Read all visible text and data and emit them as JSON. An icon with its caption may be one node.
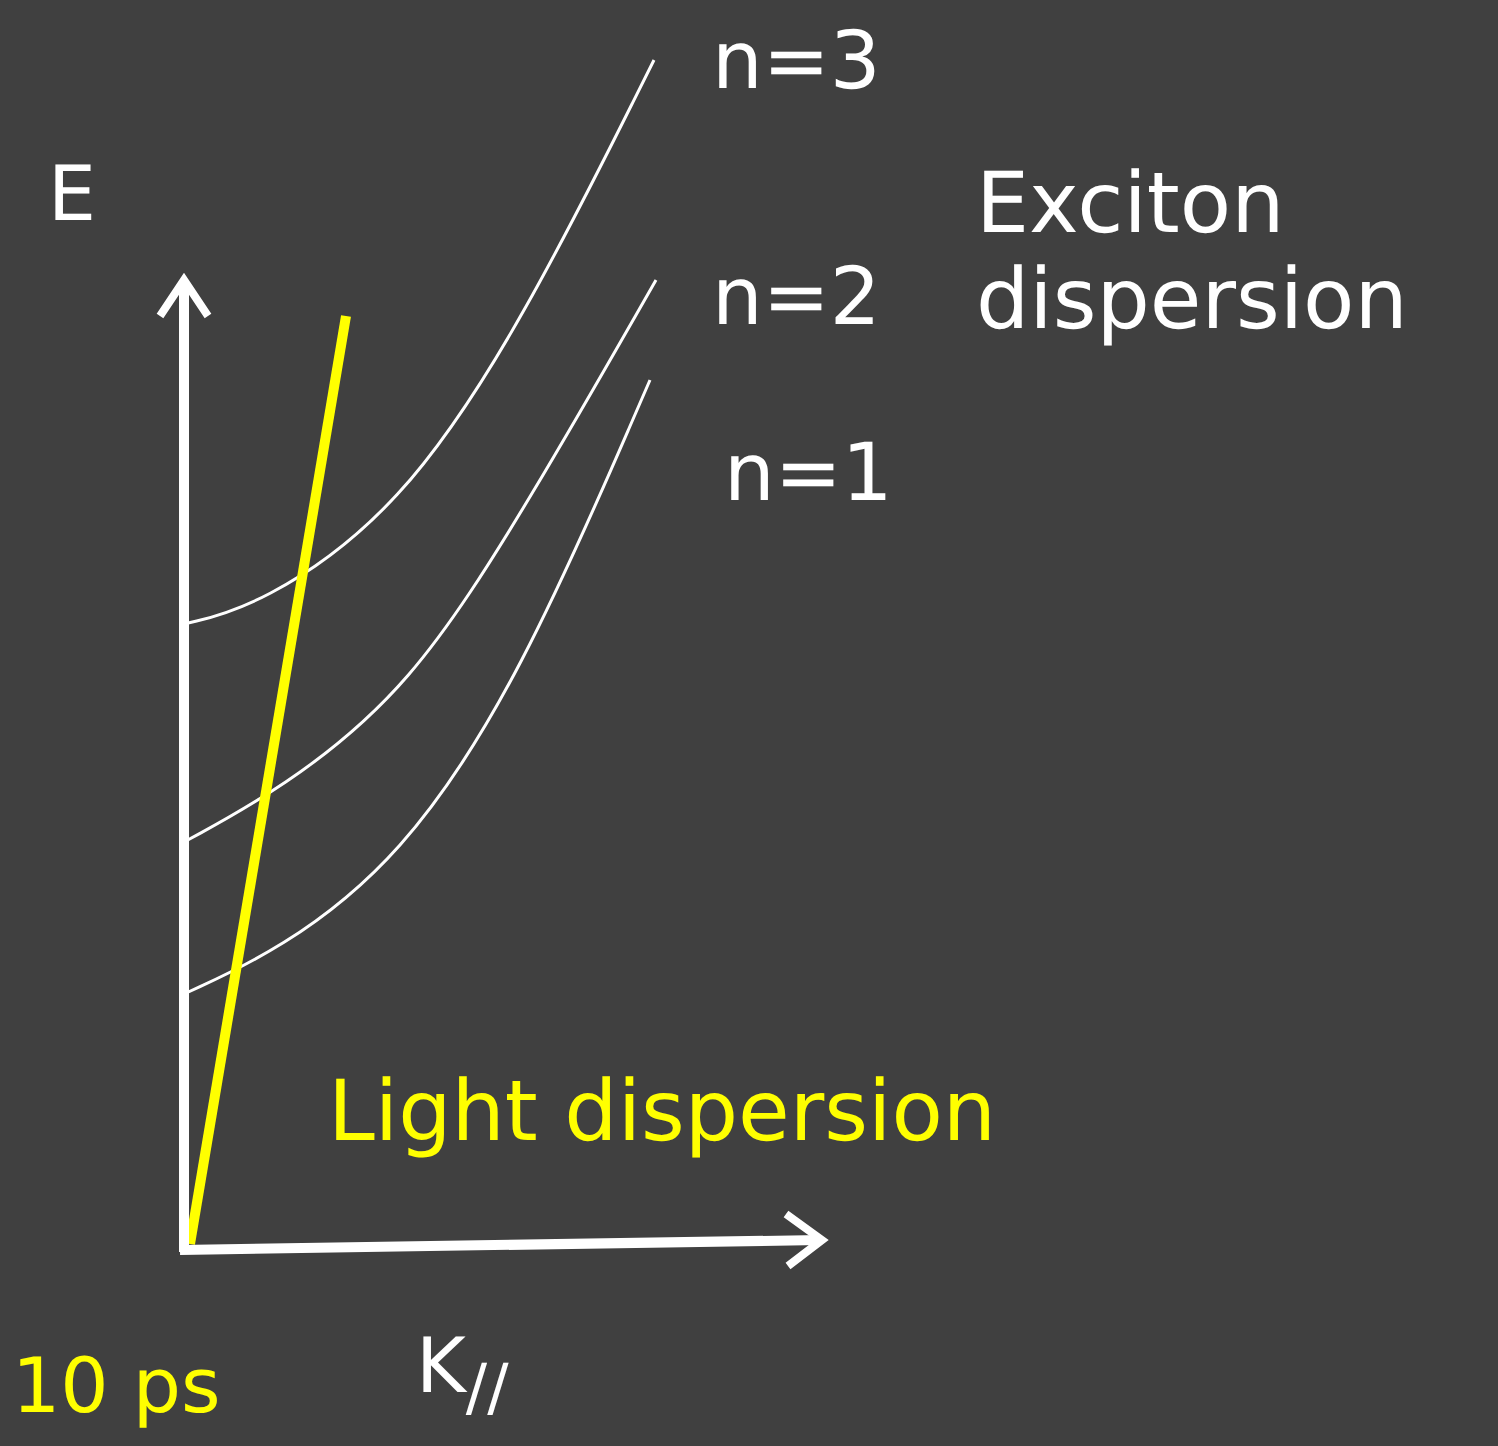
{
  "diagram": {
    "labels": [
      "E",
      "n=3",
      "Exciton dispersion",
      "n=2",
      "n=1",
      "Light dispersion",
      "K$_{//}$",
      "10 ps"
    ]
  }
}
